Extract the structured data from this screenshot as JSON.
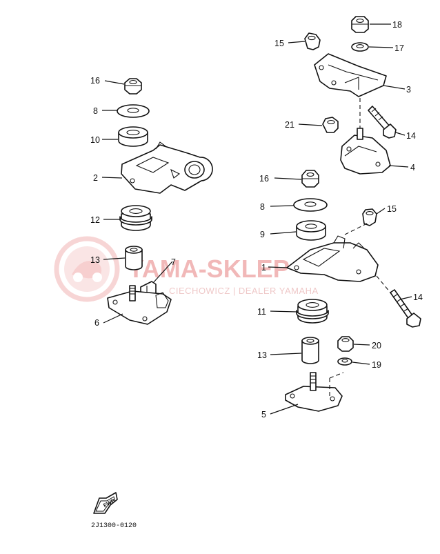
{
  "watermark": {
    "brand": "YAMA-SKLEP",
    "dealer_line": "CIECHOWICZ | DEALER YAMAHA"
  },
  "callouts": {
    "left": [
      "16",
      "8",
      "10",
      "2",
      "12",
      "13",
      "7",
      "6"
    ],
    "right": [
      "18",
      "15",
      "17",
      "3",
      "21",
      "14",
      "4",
      "16",
      "8",
      "15",
      "9",
      "1",
      "14",
      "11",
      "13",
      "20",
      "19",
      "5"
    ]
  },
  "direction_badge": "FWD",
  "drawing_code": "2J1300-0120"
}
